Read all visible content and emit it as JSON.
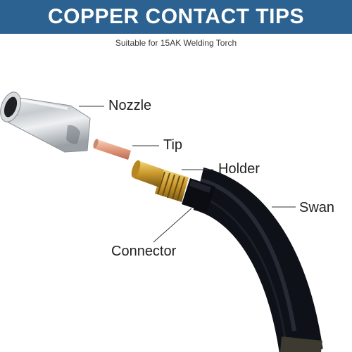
{
  "header": {
    "title": "COPPER CONTACT TIPS",
    "subtitle": "Suitable for 15AK Welding Torch"
  },
  "labels": {
    "nozzle": "Nozzle",
    "tip": "Tip",
    "holder": "Holder",
    "swan": "Swan",
    "connector": "Connector"
  },
  "colors": {
    "banner": "#2c6291",
    "cable": "#14161e",
    "copper": "#e7a58a",
    "brass": "#d5a834",
    "chrome": "#c9cdd1"
  }
}
